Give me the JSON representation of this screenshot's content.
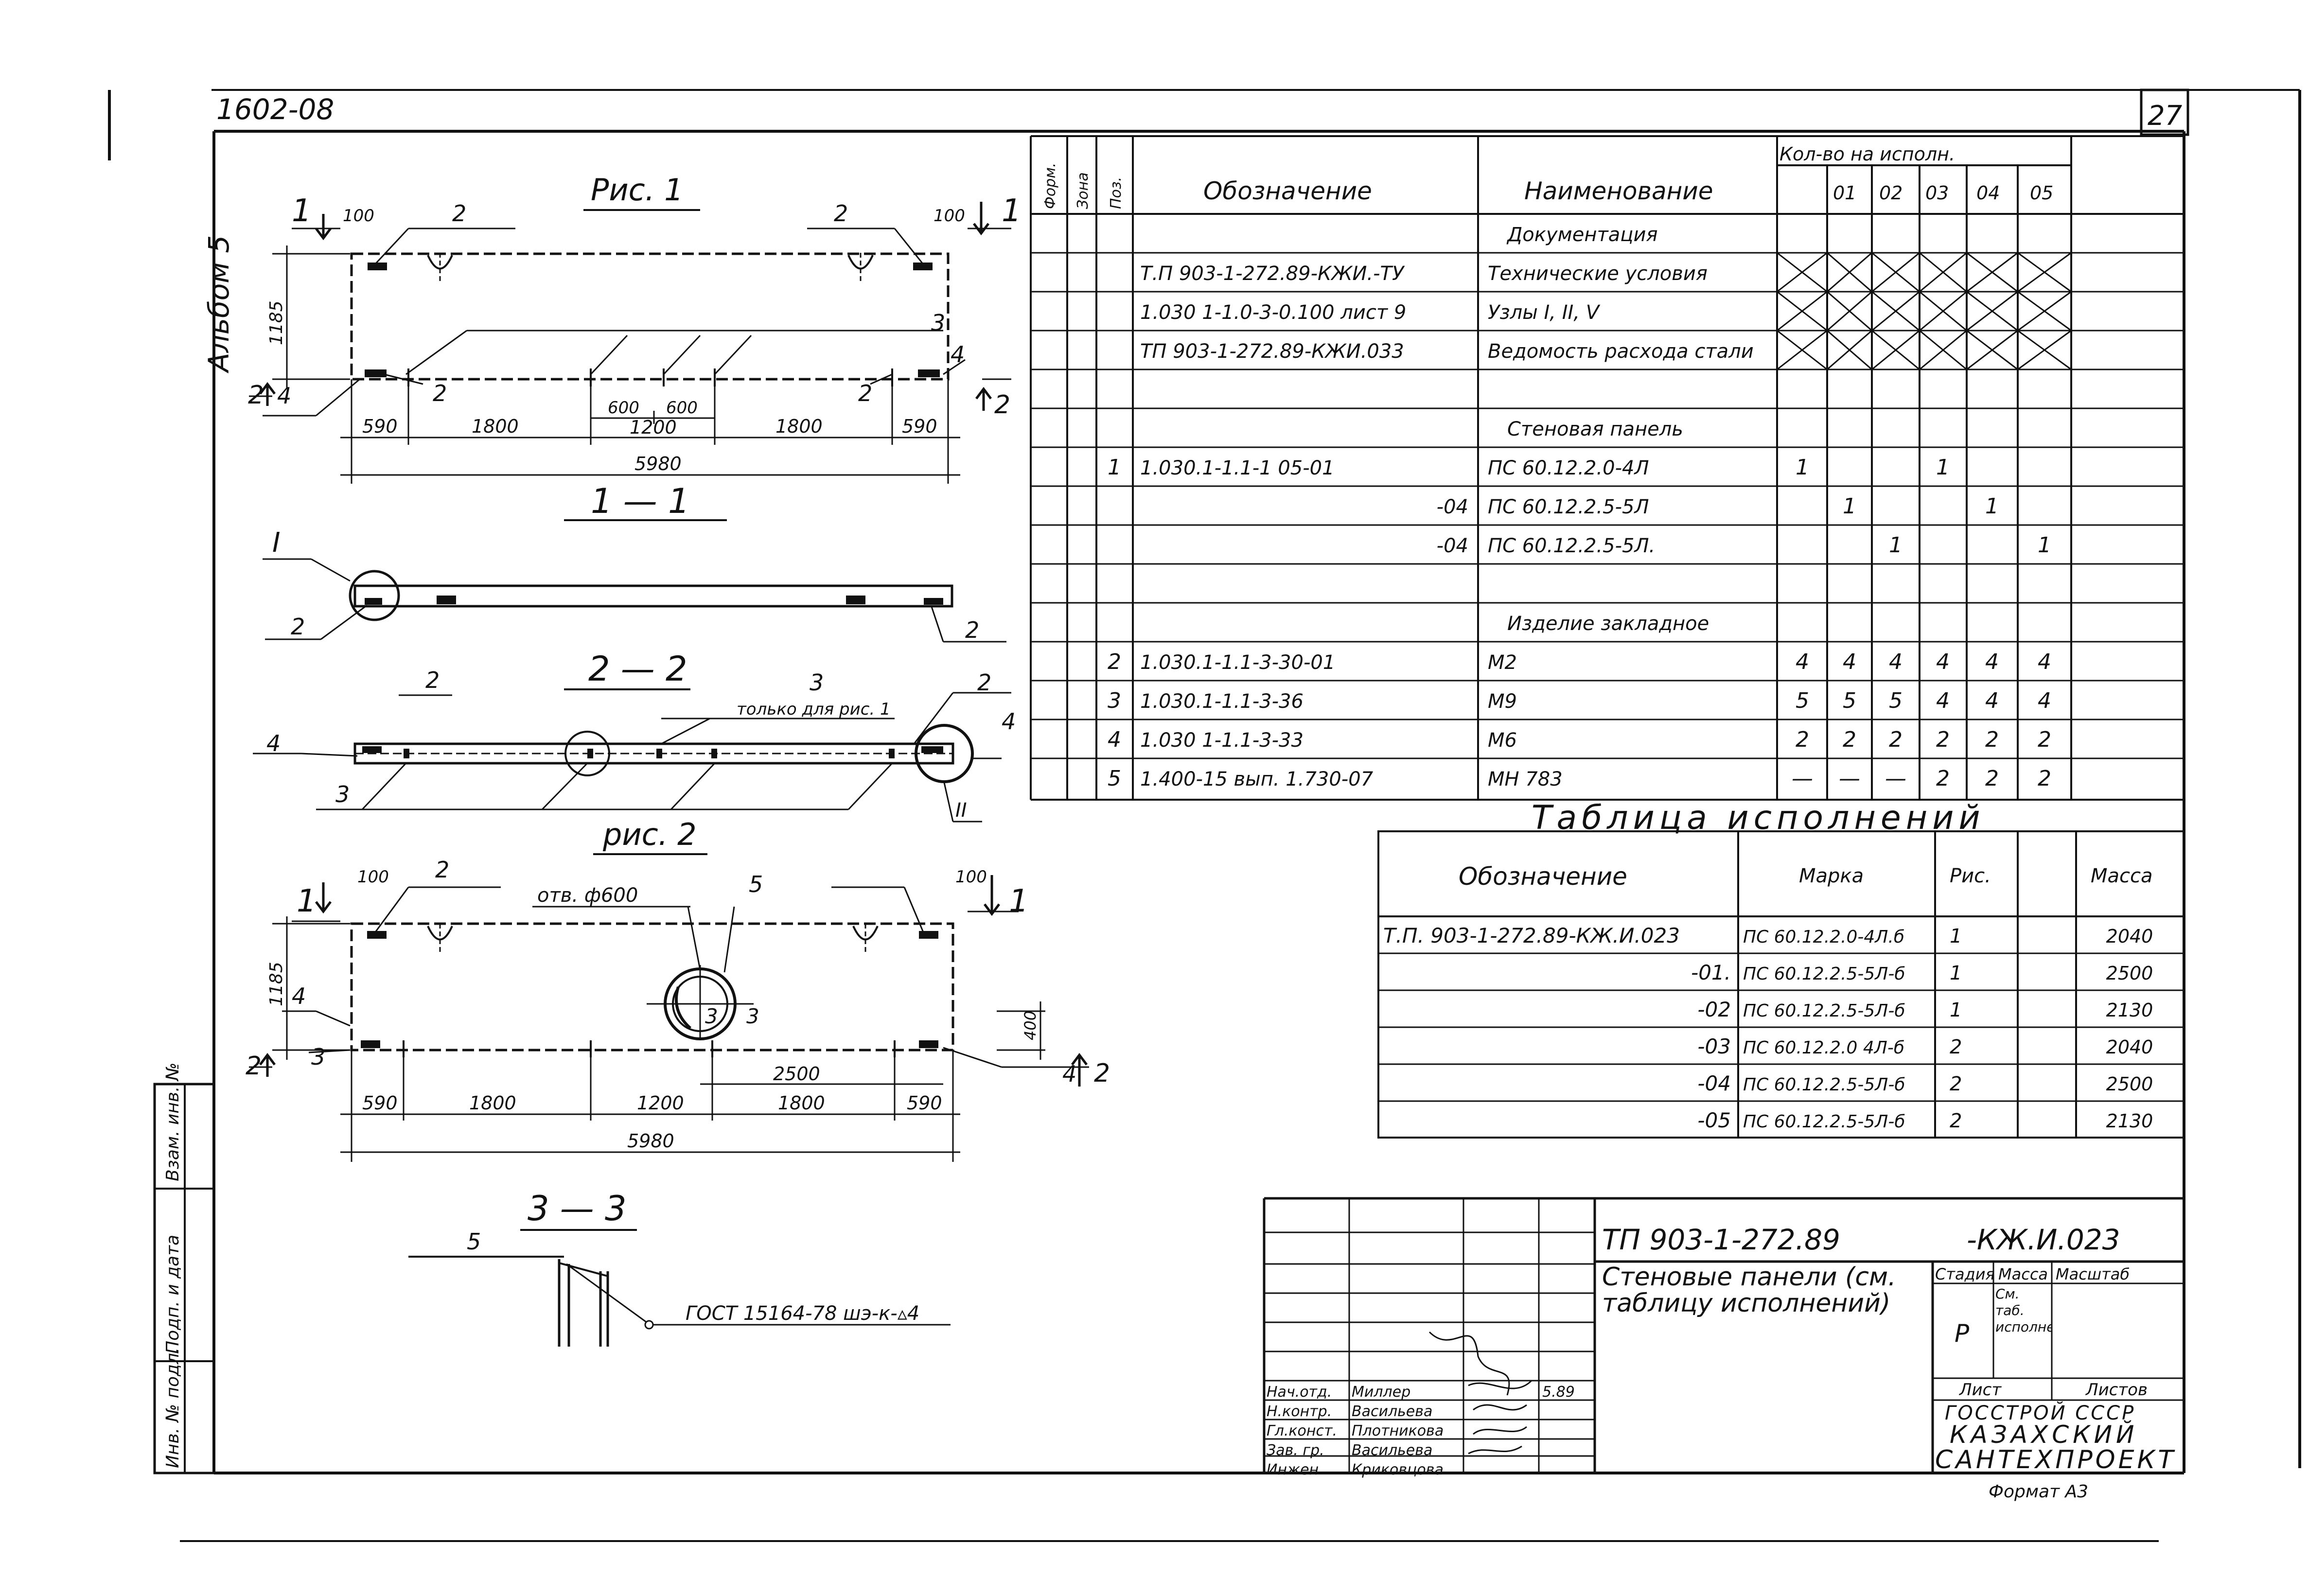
{
  "header": {
    "doc_code": "1602-08",
    "sheet_number": "27",
    "album": "Альбом 5"
  },
  "fig1": {
    "title": "Рис. 1",
    "height_dim": "1185",
    "edge_dim_left": "100",
    "edge_dim_right": "100",
    "bottom_dims": [
      "590",
      "1800",
      "1200",
      "1800",
      "590"
    ],
    "mid_dims": [
      "600",
      "600"
    ],
    "total_length": "5980",
    "section_marks": [
      "1",
      "1",
      "2",
      "2"
    ],
    "callouts": [
      "2",
      "2",
      "2",
      "2",
      "3",
      "4",
      "4"
    ]
  },
  "section_1_1": {
    "title": "1 — 1",
    "callout_node": "I",
    "callouts": [
      "2",
      "2"
    ]
  },
  "section_2_2": {
    "title": "2 — 2",
    "note": "только для рис. 1",
    "callout_node": "II",
    "callouts": [
      "2",
      "2",
      "3",
      "3",
      "4",
      "4"
    ]
  },
  "fig2": {
    "title": "рис. 2",
    "opening_label": "отв. ф600",
    "opening_callout": "5",
    "height_dim": "1185",
    "side_dim": "400",
    "edge_dim_left": "100",
    "edge_dim_right": "100",
    "bottom_dims": [
      "590",
      "1800",
      "1200",
      "1800",
      "590"
    ],
    "opening_dim": "2500",
    "total_length": "5980",
    "section_marks": [
      "1",
      "1",
      "2",
      "2"
    ],
    "section_3_3": [
      "3",
      "3"
    ],
    "callouts": [
      "2",
      "4",
      "3",
      "4"
    ]
  },
  "section_3_3": {
    "title": "3 — 3",
    "callout": "5",
    "weld_note": "ГОСТ 15164-78 шэ-к-▵4"
  },
  "spec_table": {
    "headers": {
      "format": "Форм.",
      "zone": "Зона",
      "pos": "Поз.",
      "designation": "Обозначение",
      "name": "Наименование",
      "qty": "Кол-во на исполн."
    },
    "exec_cols": [
      "—",
      "01",
      "02",
      "03",
      "04",
      "05"
    ],
    "rows": [
      {
        "pos": "",
        "designation": "",
        "name": "Документация",
        "qty": [
          "",
          "",
          "",
          "",
          "",
          ""
        ],
        "crossed": false,
        "heading": true
      },
      {
        "pos": "",
        "designation": "Т.П 903-1-272.89-КЖИ.-ТУ",
        "name": "Технические условия",
        "qty": [
          "",
          "",
          "",
          "",
          "",
          ""
        ],
        "crossed": true,
        "heading": false
      },
      {
        "pos": "",
        "designation": "1.030 1-1.0-3-0.100 лист 9",
        "name": "Узлы I, II, V",
        "qty": [
          "",
          "",
          "",
          "",
          "",
          ""
        ],
        "crossed": true,
        "heading": false
      },
      {
        "pos": "",
        "designation": "ТП 903-1-272.89-КЖИ.033",
        "name": "Ведомость расхода стали",
        "qty": [
          "",
          "",
          "",
          "",
          "",
          ""
        ],
        "crossed": true,
        "heading": false
      },
      {
        "pos": "",
        "designation": "",
        "name": "",
        "qty": [
          "",
          "",
          "",
          "",
          "",
          ""
        ],
        "crossed": false,
        "heading": false
      },
      {
        "pos": "",
        "designation": "",
        "name": "Стеновая панель",
        "qty": [
          "",
          "",
          "",
          "",
          "",
          ""
        ],
        "crossed": false,
        "heading": true
      },
      {
        "pos": "1",
        "designation": "1.030.1-1.1-1 05-01",
        "name": "ПС 60.12.2.0-4Л",
        "qty": [
          "1",
          "",
          "",
          "1",
          "",
          ""
        ],
        "crossed": false,
        "heading": false
      },
      {
        "pos": "",
        "designation": "-04",
        "name": "ПС 60.12.2.5-5Л",
        "qty": [
          "",
          "1",
          "",
          "",
          "1",
          ""
        ],
        "crossed": false,
        "heading": false
      },
      {
        "pos": "",
        "designation": "-04",
        "name": "ПС 60.12.2.5-5Л.",
        "qty": [
          "",
          "",
          "1",
          "",
          "",
          "1"
        ],
        "crossed": false,
        "heading": false
      },
      {
        "pos": "",
        "designation": "",
        "name": "",
        "qty": [
          "",
          "",
          "",
          "",
          "",
          ""
        ],
        "crossed": false,
        "heading": false
      },
      {
        "pos": "",
        "designation": "",
        "name": "Изделие закладное",
        "qty": [
          "",
          "",
          "",
          "",
          "",
          ""
        ],
        "crossed": false,
        "heading": true
      },
      {
        "pos": "2",
        "designation": "1.030.1-1.1-3-30-01",
        "name": "М2",
        "qty": [
          "4",
          "4",
          "4",
          "4",
          "4",
          "4"
        ],
        "crossed": false,
        "heading": false
      },
      {
        "pos": "3",
        "designation": "1.030.1-1.1-3-36",
        "name": "М9",
        "qty": [
          "5",
          "5",
          "5",
          "4",
          "4",
          "4"
        ],
        "crossed": false,
        "heading": false
      },
      {
        "pos": "4",
        "designation": "1.030 1-1.1-3-33",
        "name": "М6",
        "qty": [
          "2",
          "2",
          "2",
          "2",
          "2",
          "2"
        ],
        "crossed": false,
        "heading": false
      },
      {
        "pos": "5",
        "designation": "1.400-15 вып. 1.730-07",
        "name": "МН 783",
        "qty": [
          "—",
          "—",
          "—",
          "2",
          "2",
          "2"
        ],
        "crossed": false,
        "heading": false
      }
    ]
  },
  "exec_table": {
    "title": "Таблица исполнений",
    "headers": {
      "designation": "Обозначение",
      "mark": "Марка",
      "fig": "Рис.",
      "blank": "",
      "mass": "Масса"
    },
    "rows": [
      {
        "designation": "Т.П. 903-1-272.89-КЖ.И.023",
        "mark": "ПС 60.12.2.0-4Л.б",
        "fig": "1",
        "mass": "2040"
      },
      {
        "designation": "-01.",
        "mark": "ПС 60.12.2.5-5Л-б",
        "fig": "1",
        "mass": "2500"
      },
      {
        "designation": "-02",
        "mark": "ПС 60.12.2.5-5Л-б",
        "fig": "1",
        "mass": "2130"
      },
      {
        "designation": "-03",
        "mark": "ПС 60.12.2.0 4Л-б",
        "fig": "2",
        "mass": "2040"
      },
      {
        "designation": "-04",
        "mark": "ПС 60.12.2.5-5Л-б",
        "fig": "2",
        "mass": "2500"
      },
      {
        "designation": "-05",
        "mark": "ПС 60.12.2.5-5Л-б",
        "fig": "2",
        "mass": "2130"
      }
    ]
  },
  "title_block": {
    "doc_number": "ТП 903-1-272.89",
    "doc_suffix": "-КЖ.И.023",
    "title": "Стеновые панели (см. таблицу исполнений)",
    "stage_label": "Стадия",
    "mass_label": "Масса",
    "scale_label": "Масштаб",
    "stage": "Р",
    "mass_note": "См. таб. исполнений",
    "sheet_label": "Лист",
    "sheets_label": "Листов",
    "org": [
      "ГОССТРОЙ СССР",
      "КАЗАХСКИЙ",
      "САНТЕХПРОЕКТ"
    ],
    "format": "Формат А3",
    "date": "5.89",
    "signatories": [
      {
        "role": "Нач.отд.",
        "name": "Миллер"
      },
      {
        "role": "Н.контр.",
        "name": "Васильева"
      },
      {
        "role": "Гл.конст.",
        "name": "Плотникова"
      },
      {
        "role": "Зав. гр.",
        "name": "Васильева"
      },
      {
        "role": "Инжен.",
        "name": "Криковцова"
      }
    ]
  },
  "side_stamp": {
    "cells": [
      "Взам. инв. №",
      "Подп. и дата",
      "Инв. № подл."
    ]
  }
}
